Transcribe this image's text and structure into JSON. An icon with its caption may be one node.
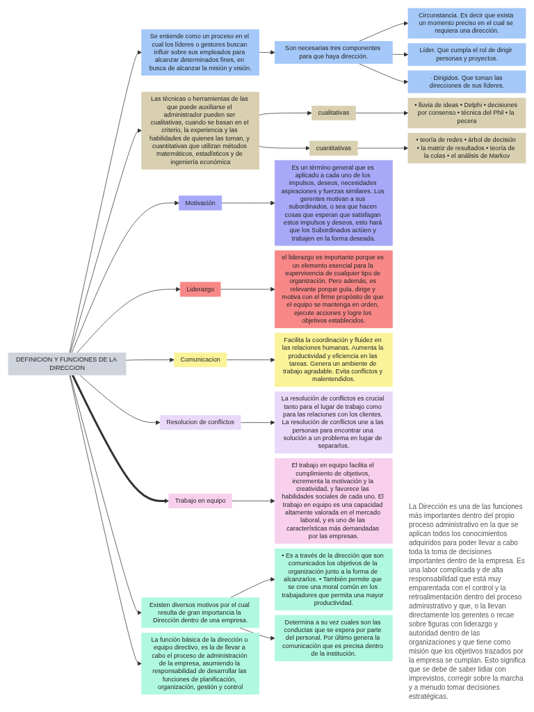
{
  "diagram": {
    "nodes": [
      {
        "text": [
          "DEFINICION Y FUNCIONES DE LA DIRECCION"
        ]
      },
      {
        "text": [
          "Se entiende como un proceso en el cual los líderes o gestores buscan influir sobre sus empleados para alcanzar determinados fines, en busca de alcanzar la misión y visión."
        ]
      },
      {
        "text": [
          "Son necesarias tres componentes para que haya dirección."
        ]
      },
      {
        "text": [
          "Circunstancia. Es decir que exista un momento preciso en el cual se requiera una dirección."
        ]
      },
      {
        "text": [
          "Líder. Que cumpla el rol de dirigir personas y proyectos."
        ]
      },
      {
        "text": [
          "· Dirigidos. Que toman las direcciones de sus líderes."
        ]
      },
      {
        "text": [
          "Las técnicas o herramientas de las que puede auxiliarse el administrador pueden ser cualitativas, cuando se basan en el criterio, la experiencia y las habilidades de quienes las toman, y cuantitativas que utilizan métodos matemáticos, estadísticos y de ingeniería económica"
        ]
      },
      {
        "text": [
          "cualitativas"
        ]
      },
      {
        "text": [
          "• lluvia de ideas • Delphi • decisiones por consenso • técnica del Phil • la pecera"
        ]
      },
      {
        "text": [
          "cuantitativas"
        ]
      },
      {
        "text": [
          "• teoría de redes • árbol de decisión • la matriz de resultados • teoría de la colas • el análisis de Markov"
        ]
      },
      {
        "text": [
          "Motivación"
        ]
      },
      {
        "text": [
          "Es un término general que es aplicado a cada uno de los impulsos, deseos, necesidades aspiraciones y fuerzas similares. Los gerentes motivan a sus subordinados, o sea que hacen cosas que esperan que satisfagan estos impulsos y deseos, esto hará que los Subordinados actúen y trabajen en la forma deseada."
        ]
      },
      {
        "text": [
          "Liderazgo"
        ]
      },
      {
        "text": [
          "el liderazgo es importante porque es un elemento esencial para la supervivencia de cualquier tipo de organización. Pero además, es relevante porque guía, dirige y motiva con el firme propósito de que el equipo se mantenga en orden, ejecute acciones y logre los objetivos establecidos."
        ]
      },
      {
        "text": [
          "Comunicacion"
        ]
      },
      {
        "text": [
          "Facilita la coordinación y fluidez en las relaciones humanas. Aumenta la productividad y eficiencia en las tareas. Genera un ambiente de trabajo agradable. Evita conflictos y malentendidos."
        ]
      },
      {
        "text": [
          "Resolucion de conflictos"
        ]
      },
      {
        "text": [
          "La resolución de conflictos es crucial tanto para el lugar de trabajo como para las relaciones con los clientes. La resolución de conflictos une a las personas para encontrar una solución a un problema en lugar de separarlos."
        ]
      },
      {
        "text": [
          "Trabajo en equipo"
        ]
      },
      {
        "text": [
          "El trabajo en equipo facilita el cumplimiento de objetivos, incrementa la motivación y la creatividad, y favorece las habilidades sociales de cada uno. El trabajo en equipo es una capacidad altamente valorada en el mercado laboral, y es uno de las características más demandadas por las empresas."
        ]
      },
      {
        "text": [
          "Existen diversos motivos por el cual resulta de gran importancia la Dirección dentro de una empresa."
        ]
      },
      {
        "text": [
          "• Es a través de la dirección que son comunicados los objetivos de la organización junto a la forma de alcanzarlos. • También permite que se cree una moral común en los trabajadores que permita una mayor productividad."
        ]
      },
      {
        "text": [
          "Determina a su vez cuales son las conductas que se espera por parte del personal. Por último genera la comunicación que es precisa dentro de la institución."
        ]
      },
      {
        "text": [
          "La función básica de la dirección o equipo directivo, es la de llevar a cabo el proceso de administración de la empresa, asumiendo la responsabilidad de desarrollar las funciones de planificación, organización, gestión y control"
        ]
      }
    ],
    "edges": [
      {
        "from": 0,
        "to": 1,
        "arrow": "to"
      },
      {
        "from": 1,
        "to": 2,
        "arrow": "to"
      },
      {
        "from": 2,
        "to": 3,
        "arrow": "to"
      },
      {
        "from": 2,
        "to": 4,
        "arrow": "to"
      },
      {
        "from": 2,
        "to": 5,
        "arrow": "to"
      },
      {
        "from": 0,
        "to": 6,
        "arrow": "to"
      },
      {
        "from": 6,
        "to": 7,
        "arrow": "to"
      },
      {
        "from": 6,
        "to": 9,
        "arrow": "to"
      },
      {
        "from": 7,
        "to": 8,
        "arrow": "to"
      },
      {
        "from": 9,
        "to": 10,
        "arrow": "to"
      },
      {
        "from": 0,
        "to": 11,
        "arrow": "to"
      },
      {
        "from": 11,
        "to": 12,
        "arrow": "to"
      },
      {
        "from": 0,
        "to": 13,
        "arrow": "to"
      },
      {
        "from": 13,
        "to": 14,
        "arrow": "to"
      },
      {
        "from": 0,
        "to": 15,
        "arrow": "to"
      },
      {
        "from": 15,
        "to": 16,
        "arrow": "to"
      },
      {
        "from": 0,
        "to": 17,
        "arrow": "to"
      },
      {
        "from": 17,
        "to": 18,
        "arrow": "to"
      },
      {
        "from": 0,
        "to": 19,
        "arrow": "to",
        "style": "thick"
      },
      {
        "from": 19,
        "to": 20,
        "arrow": "to"
      },
      {
        "from": 0,
        "to": 21,
        "arrow": "to"
      },
      {
        "from": 21,
        "to": 22,
        "arrow": "to"
      },
      {
        "from": 21,
        "to": 23,
        "arrow": "to"
      },
      {
        "from": 0,
        "to": 24,
        "arrow": "to"
      }
    ],
    "labels": [
      "La Dirección es una de las funciones más importantes dentro del propio proceso administrativo en la que se aplican todos los conocimientos adquiridos para poder llevar a cabo toda la toma de decisiones importantes dentro de la empresa. Es una labor complicada y de alta responsabilidad que está muy emparentada con el control y la retroalimentación dentro del proceso administrativo y que, o la llevan directamente los gerentes o recae sobre figuras con liderazgo y autoridad dentro de las organizaciones y que tiene como misión que los objetivos trazados por la empresa se cumplan. Esto significa que se debe de saber lidiar con imprevistos, corregir sobre la marcha y a menudo tomar decisiones estratégicas."
    ]
  }
}
